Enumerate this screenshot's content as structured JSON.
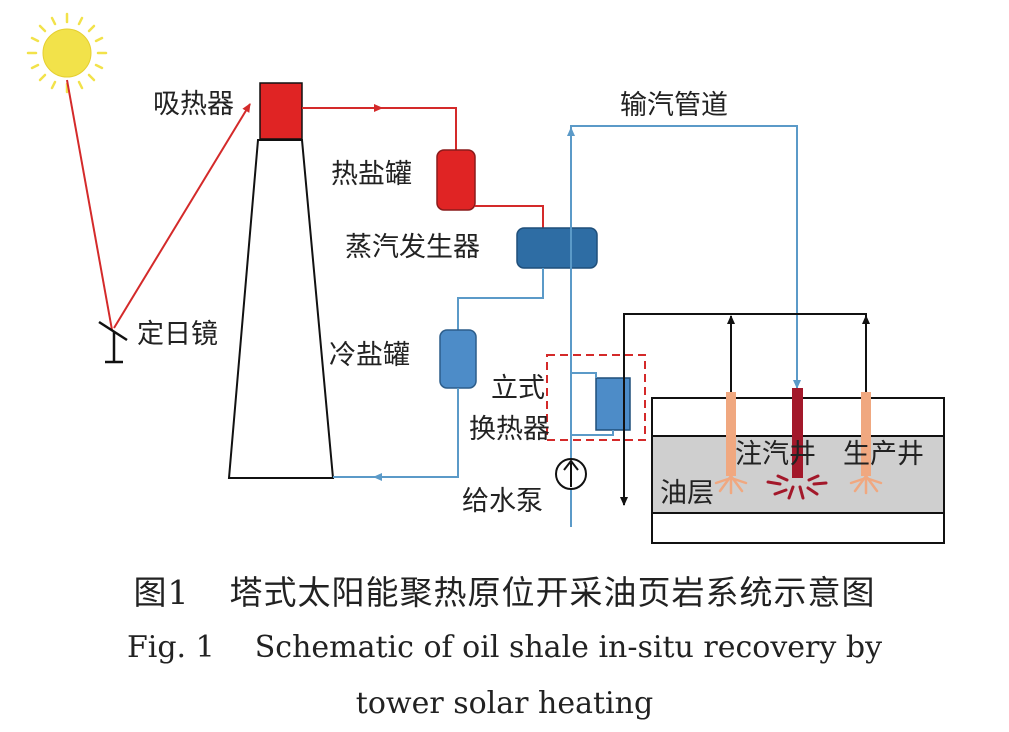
{
  "labels": {
    "absorber": "吸热器",
    "hot_salt_tank": "热盐罐",
    "steam_generator": "蒸汽发生器",
    "heliostat": "定日镜",
    "cold_salt_tank": "冷盐罐",
    "steam_pipe": "输汽管道",
    "vertical_hx_line1": "立式",
    "vertical_hx_line2": "换热器",
    "feed_pump": "给水泵",
    "injection_well": "注汽井",
    "production_well": "生产井",
    "oil_layer": "油层"
  },
  "caption": {
    "cn_fig": "图1",
    "cn_title": "塔式太阳能聚热原位开采油页岩系统示意图",
    "en_fig": "Fig. 1",
    "en_title_line1": "Schematic of oil shale in-situ recovery by",
    "en_title_line2": "tower solar heating"
  },
  "colors": {
    "hot_line": "#d42a2a",
    "cold_line": "#5b9ac8",
    "absorber": "#e02424",
    "steam_generator": "#2e6da4",
    "cold_tank": "#4d8cc8",
    "injection_well": "#a3182a",
    "production_well": "#f0a880",
    "oil_layer": "#cfcfcf",
    "sun": "#f2e24a"
  }
}
